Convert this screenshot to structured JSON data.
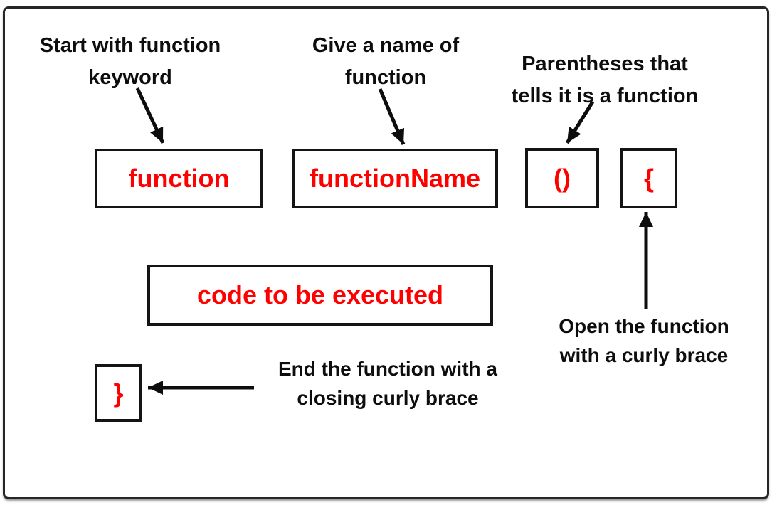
{
  "annotations": {
    "start_keyword": "Start with function\nkeyword",
    "give_name": "Give a name of\nfunction",
    "parentheses": "Parentheses that\ntells it is a function",
    "open_brace": "Open the function\nwith a curly brace",
    "close_brace": "End the function with a\nclosing curly brace"
  },
  "tokens": {
    "keyword": "function",
    "name": "functionName",
    "parentheses": "()",
    "open_curly": "{",
    "body": "code to be executed",
    "close_curly": "}"
  },
  "colors": {
    "token_text": "#ff0000",
    "annotation_text": "#0d0d0d",
    "box_border": "#141414",
    "frame_border": "#262626",
    "background": "#ffffff"
  }
}
